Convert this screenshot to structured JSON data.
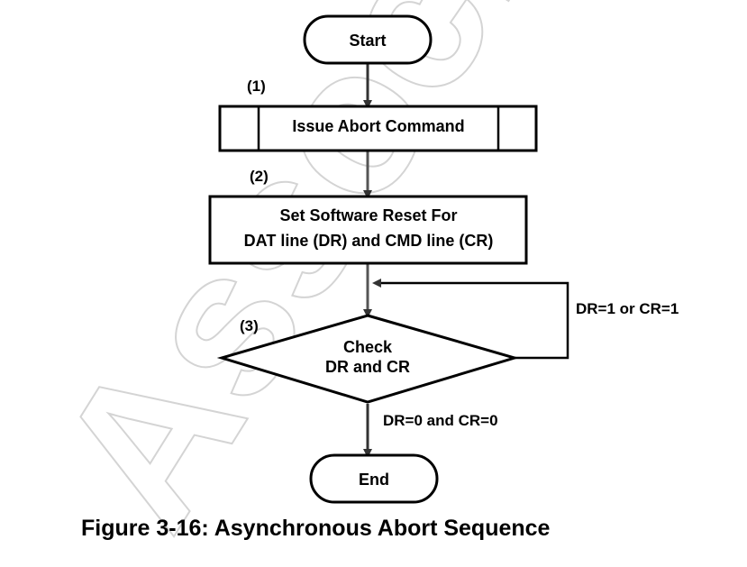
{
  "flowchart": {
    "start": "Start",
    "step1_tag": "(1)",
    "step1": "Issue Abort Command",
    "step2_tag": "(2)",
    "step2_line1": "Set Software Reset For",
    "step2_line2": "DAT line (DR) and CMD line (CR)",
    "step3_tag": "(3)",
    "decision_line1": "Check",
    "decision_line2": "DR and CR",
    "loop_label": "DR=1 or CR=1",
    "exit_label": "DR=0 and CR=0",
    "end": "End"
  },
  "watermark": "Associa",
  "caption": "Figure 3-16: Asynchronous Abort Sequence",
  "colors": {
    "stroke": "#000000",
    "arrow": "#333333",
    "watermark": "#d9d9d9"
  }
}
